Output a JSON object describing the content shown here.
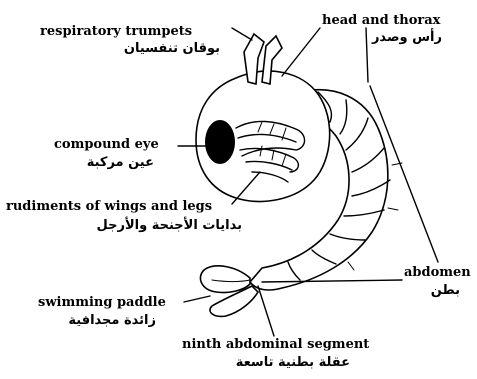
{
  "labels": {
    "respiratory_trumpets": {
      "en": "respiratory trumpets",
      "ar": "بوقان تنفسيان"
    },
    "head_and_thorax": {
      "en": "head and thorax",
      "ar": "رأس وصدر"
    },
    "compound_eye": {
      "en": "compound eye",
      "ar": "عين مركبة"
    },
    "rudiments": {
      "en": "rudiments of wings and legs",
      "ar": "بدايات الأجنحة والأرجل"
    },
    "abdomen": {
      "en": "abdomen",
      "ar": "بطن"
    },
    "swimming_paddle": {
      "en": "swimming paddle",
      "ar": "زائدة مجدافية"
    },
    "ninth_segment": {
      "en": "ninth abdominal segment",
      "ar": "عقلة بطنية تاسعة"
    }
  },
  "colors": {
    "ink": "#000000",
    "background": "#ffffff"
  }
}
